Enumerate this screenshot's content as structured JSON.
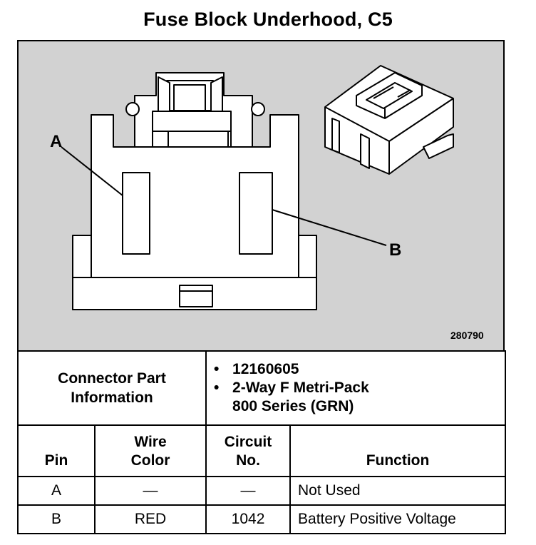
{
  "title": "Fuse Block Underhood, C5",
  "figure_number": "280790",
  "callouts": {
    "a": "A",
    "b": "B"
  },
  "connector_info": {
    "label": "Connector Part Information",
    "part_number": "12160605",
    "description_line1": "2-Way F Metri-Pack",
    "description_line2": "800 Series (GRN)",
    "bullet": "•"
  },
  "pin_table": {
    "headers": {
      "pin": "Pin",
      "wire_color": "Wire Color",
      "circuit_no": "Circuit No.",
      "function": "Function"
    },
    "rows": [
      {
        "pin": "A",
        "wire_color": "—",
        "circuit_no": "—",
        "function": "Not Used"
      },
      {
        "pin": "B",
        "wire_color": "RED",
        "circuit_no": "1042",
        "function": "Battery Positive Voltage"
      }
    ]
  },
  "colors": {
    "diagram_background": "#d2d2d2",
    "line": "#000000",
    "part_fill": "#ffffff"
  }
}
